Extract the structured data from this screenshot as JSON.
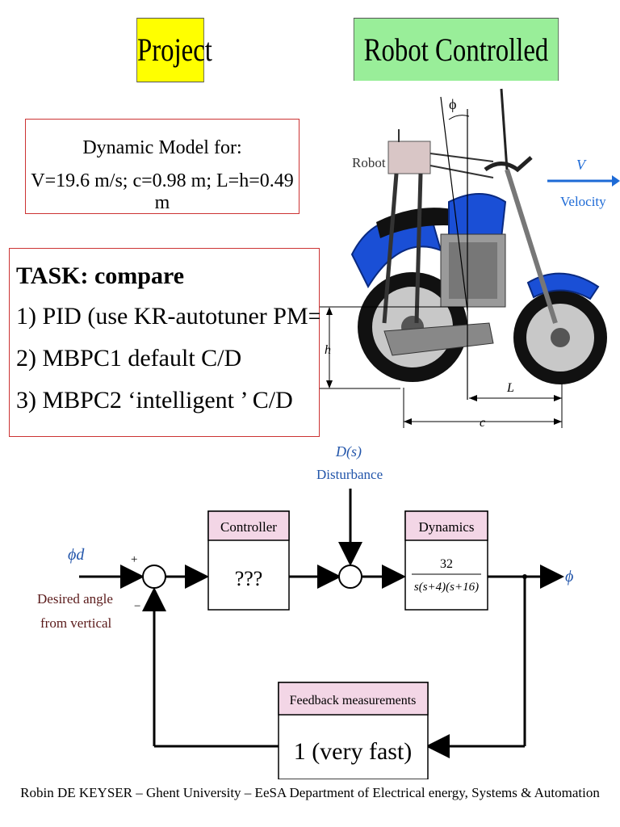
{
  "header": {
    "left_title": "Project",
    "right_title": "Robot Controlled Motor",
    "left_color": "#ffff00",
    "right_color": "#99ee99"
  },
  "model": {
    "line1": "Dynamic Model for:",
    "line2": "V=19.6 m/s; c=0.98 m; L=h=0.49 m"
  },
  "task": {
    "heading": "TASK: compare",
    "items": [
      "1) PID (use KR-autotuner PM=45°)",
      "2) MBPC1 default C/D",
      "3) MBPC2 ‘intelligent ’ C/D"
    ]
  },
  "motorcycle": {
    "robot_label": "Robot",
    "phi_label": "ϕ",
    "velocity_symbol": "V",
    "velocity_label": "Velocity",
    "h_label": "h",
    "L_label": "L",
    "c_label": "c"
  },
  "block_diagram": {
    "input_symbol": "ϕd",
    "input_label_1": "Desired angle",
    "input_label_2": "from vertical",
    "plus_sign": "+",
    "minus_sign": "−",
    "disturbance_symbol": "D(s)",
    "disturbance_label": "Disturbance",
    "controller_title": "Controller",
    "controller_body": "???",
    "dynamics_title": "Dynamics",
    "dynamics_numerator": "32",
    "dynamics_denominator": "s(s+4)(s+16)",
    "output_symbol": "ϕ",
    "feedback_title": "Feedback measurements",
    "feedback_body": "1 (very fast)",
    "label_color": "#2255aa",
    "header_fill": "#f3d6e6"
  },
  "footer": "Robin DE KEYSER – Ghent University – EeSA Department of Electrical energy, Systems & Automation"
}
